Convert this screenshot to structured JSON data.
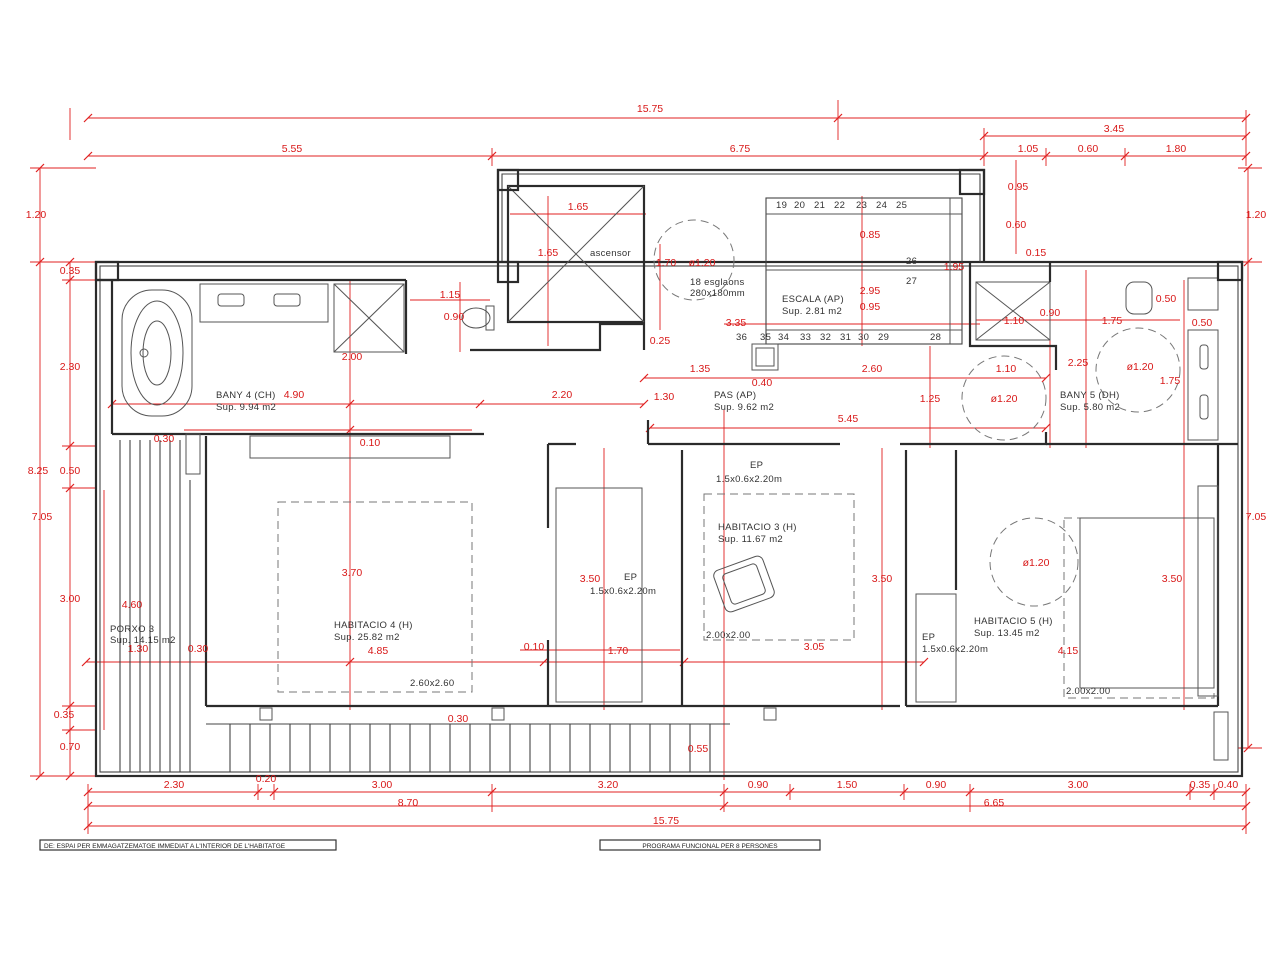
{
  "dimensions": {
    "top": [
      "15.75",
      "5.55",
      "6.75",
      "3.45",
      "1.05",
      "0.60",
      "1.80"
    ],
    "left": [
      "1.20",
      "0.35",
      "2.30",
      "0.50",
      "3.00",
      "0.35",
      "0.70",
      "8.25",
      "7.05",
      "4.60",
      "1.30"
    ],
    "right": [
      "1.20",
      "7.05"
    ],
    "bottom": [
      "2.30",
      "0.20",
      "3.00",
      "3.20",
      "0.90",
      "1.50",
      "0.90",
      "3.00",
      "0.35",
      "0.40",
      "8.70",
      "6.65",
      "15.75"
    ],
    "interior": [
      "1.65",
      "1.65",
      "1.70",
      "ø1.20",
      "0.85",
      "0.95",
      "0.15",
      "1.95",
      "2.95",
      "0.95",
      "3.35",
      "0.60",
      "1.10",
      "0.90",
      "1.75",
      "0.50",
      "0.50",
      "1.15",
      "0.90",
      "2.00",
      "4.90",
      "2.20",
      "1.35",
      "2.60",
      "1.10",
      "2.25",
      "1.75",
      "0.40",
      "1.30",
      "1.25",
      "5.45",
      "0.30",
      "0.10",
      "3.70",
      "3.50",
      "3.50",
      "3.50",
      "4.85",
      "0.10",
      "1.70",
      "3.05",
      "4.15",
      "0.30",
      "0.30",
      "0.55",
      "0.25",
      "ø1.20",
      "ø1.20",
      "ø1.20"
    ]
  },
  "stair_numbers": [
    "19",
    "20",
    "21",
    "22",
    "23",
    "24",
    "25",
    "26",
    "27",
    "28",
    "29",
    "30",
    "31",
    "32",
    "33",
    "34",
    "35",
    "36"
  ],
  "labels": {
    "ascensor": "ascensor",
    "stair_note": [
      "18 esglaons",
      "280x180mm"
    ],
    "bany4": [
      "BANY 4 (CH)",
      "Sup. 9.94 m2"
    ],
    "escala": [
      "ESCALA (AP)",
      "Sup. 2.81 m2"
    ],
    "pas": [
      "PAS (AP)",
      "Sup. 9.62 m2"
    ],
    "bany5": [
      "BANY 5 (DH)",
      "Sup. 5.80 m2"
    ],
    "ep1": [
      "EP",
      "1.5x0.6x2.20m"
    ],
    "habitacio3": [
      "HABITACIO 3 (H)",
      "Sup. 11.67 m2"
    ],
    "ep2": [
      "EP",
      "1.5x0.6x2.20m"
    ],
    "porxo": [
      "PORXO 3",
      "Sup. 14.15 m2"
    ],
    "habitacio4": [
      "HABITACIO 4 (H)",
      "Sup. 25.82 m2"
    ],
    "habitacio5": [
      "HABITACIO 5 (H)",
      "Sup. 13.45 m2"
    ],
    "ep3": [
      "EP",
      "1.5x0.6x2.20m"
    ],
    "bed4": "2.60x2.60",
    "bed3": "2.00x2.00",
    "bed5": "2.00x2.00"
  },
  "legend": {
    "left": "DE:  ESPAI PER EMMAGATZEMATGE IMMEDIAT A L'INTERIOR DE L'HABITATGE",
    "right": "PROGRAMA FUNCIONAL PER 8 PERSONES"
  }
}
